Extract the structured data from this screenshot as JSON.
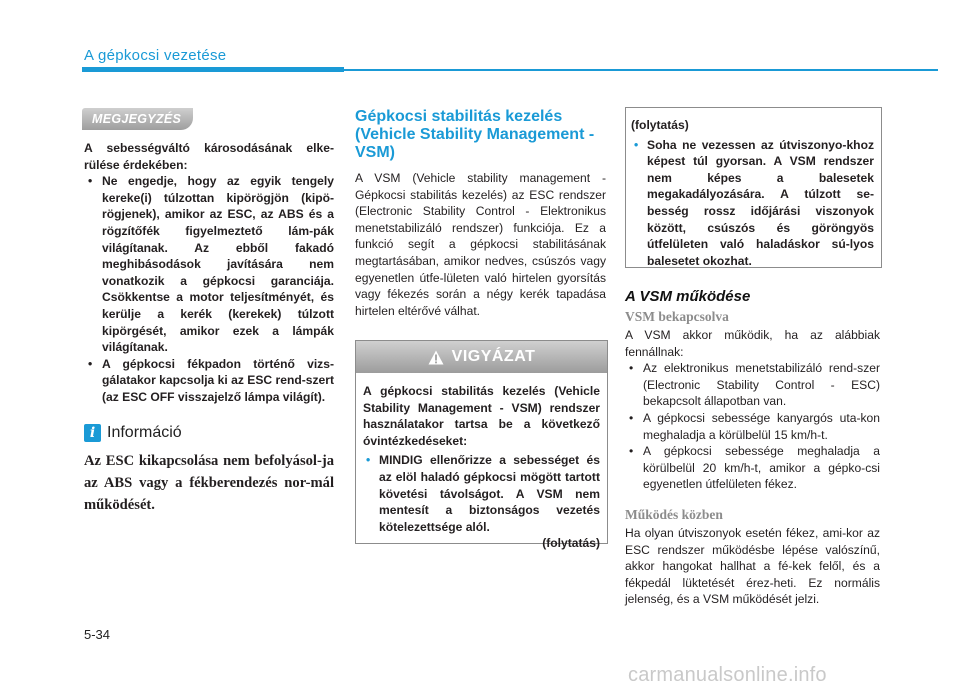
{
  "header": {
    "title": "A gépkocsi vezetése"
  },
  "note": {
    "badge": "MEGJEGYZÉS",
    "intro": "A sebességváltó károsodásának elke-rülése érdekében:",
    "items": [
      "Ne engedje, hogy az egyik tengely kereke(i) túlzottan kipörögjön (kipö-rögjenek), amikor az ESC, az ABS és a rögzítőfék figyelmeztető lám-pák világítanak. Az ebből fakadó meghibásodások javítására nem vonatkozik a gépkocsi garanciája. Csökkentse a motor teljesítményét, és kerülje a kerék (kerekek) túlzott kipörgését, amikor ezek a lámpák világítanak.",
      "A gépkocsi fékpadon történő vizs-gálatakor kapcsolja ki az ESC rend-szert (az ESC OFF visszajelző lámpa világít)."
    ]
  },
  "info": {
    "icon": "i",
    "title": "Információ",
    "body": "Az ESC kikapcsolása nem befolyásol-ja az ABS vagy a fékberendezés nor-mál működését."
  },
  "vsm": {
    "title": "Gépkocsi stabilitás kezelés (Vehicle Stability Management - VSM)",
    "body": "A VSM (Vehicle stability management - Gépkocsi stabilitás kezelés) az ESC rendszer (Electronic Stability Control - Elektronikus menetstabilizáló rendszer) funkciója. Ez a funkció segít a gépkocsi stabilitásának megtartásában, amikor nedves, csúszós vagy egyenetlen útfe-lületen való hirtelen gyorsítás vagy fékezés során a négy kerék tapadása hirtelen eltérővé válhat."
  },
  "warning": {
    "title": "VIGYÁZAT",
    "intro": "A gépkocsi stabilitás kezelés (Vehicle Stability Management - VSM) rendszer használatakor tartsa be a következő óvintézkedéseket:",
    "items": [
      "MINDIG ellenőrizze a sebességet és az elöl haladó gépkocsi mögött tartott követési távolságot. A VSM nem mentesít a biztonságos vezetés kötelezettsége alól."
    ],
    "continued": "(folytatás)"
  },
  "continued_box": {
    "label": "(folytatás)",
    "items": [
      "Soha ne vezessen az útviszonyo-khoz képest túl gyorsan. A VSM rendszer nem képes a balesetek megakadályozására. A túlzott se-besség rossz időjárási viszonyok között, csúszós és göröngyös útfelületen való haladáskor sú-lyos balesetet okozhat."
    ]
  },
  "operation": {
    "title": "A VSM működése",
    "on_title": "VSM bekapcsolva",
    "on_intro": "A VSM akkor működik, ha az alábbiak fennállnak:",
    "on_items": [
      "Az elektronikus menetstabilizáló rend-szer (Electronic Stability Control - ESC) bekapcsolt állapotban van.",
      "A gépkocsi sebessége kanyargós uta-kon meghaladja a körülbelül 15 km/h-t.",
      "A gépkocsi sebessége meghaladja a körülbelül 20 km/h-t, amikor a gépko-csi egyenetlen útfelületen fékez."
    ],
    "during_title": "Működés közben",
    "during_body": "Ha olyan útviszonyok esetén fékez, ami-kor az ESC rendszer működésbe lépése valószínű, akkor hangokat hallhat a fé-kek felől, és a fékpedál lüktetését érez-heti. Ez normális jelenség, és a VSM működését jelzi."
  },
  "footer": {
    "page_number": "5-34",
    "watermark": "carmanualsonline.info"
  },
  "colors": {
    "accent": "#1a9ad6",
    "badge_gray": "#a8a8a8",
    "text": "#231f20"
  }
}
